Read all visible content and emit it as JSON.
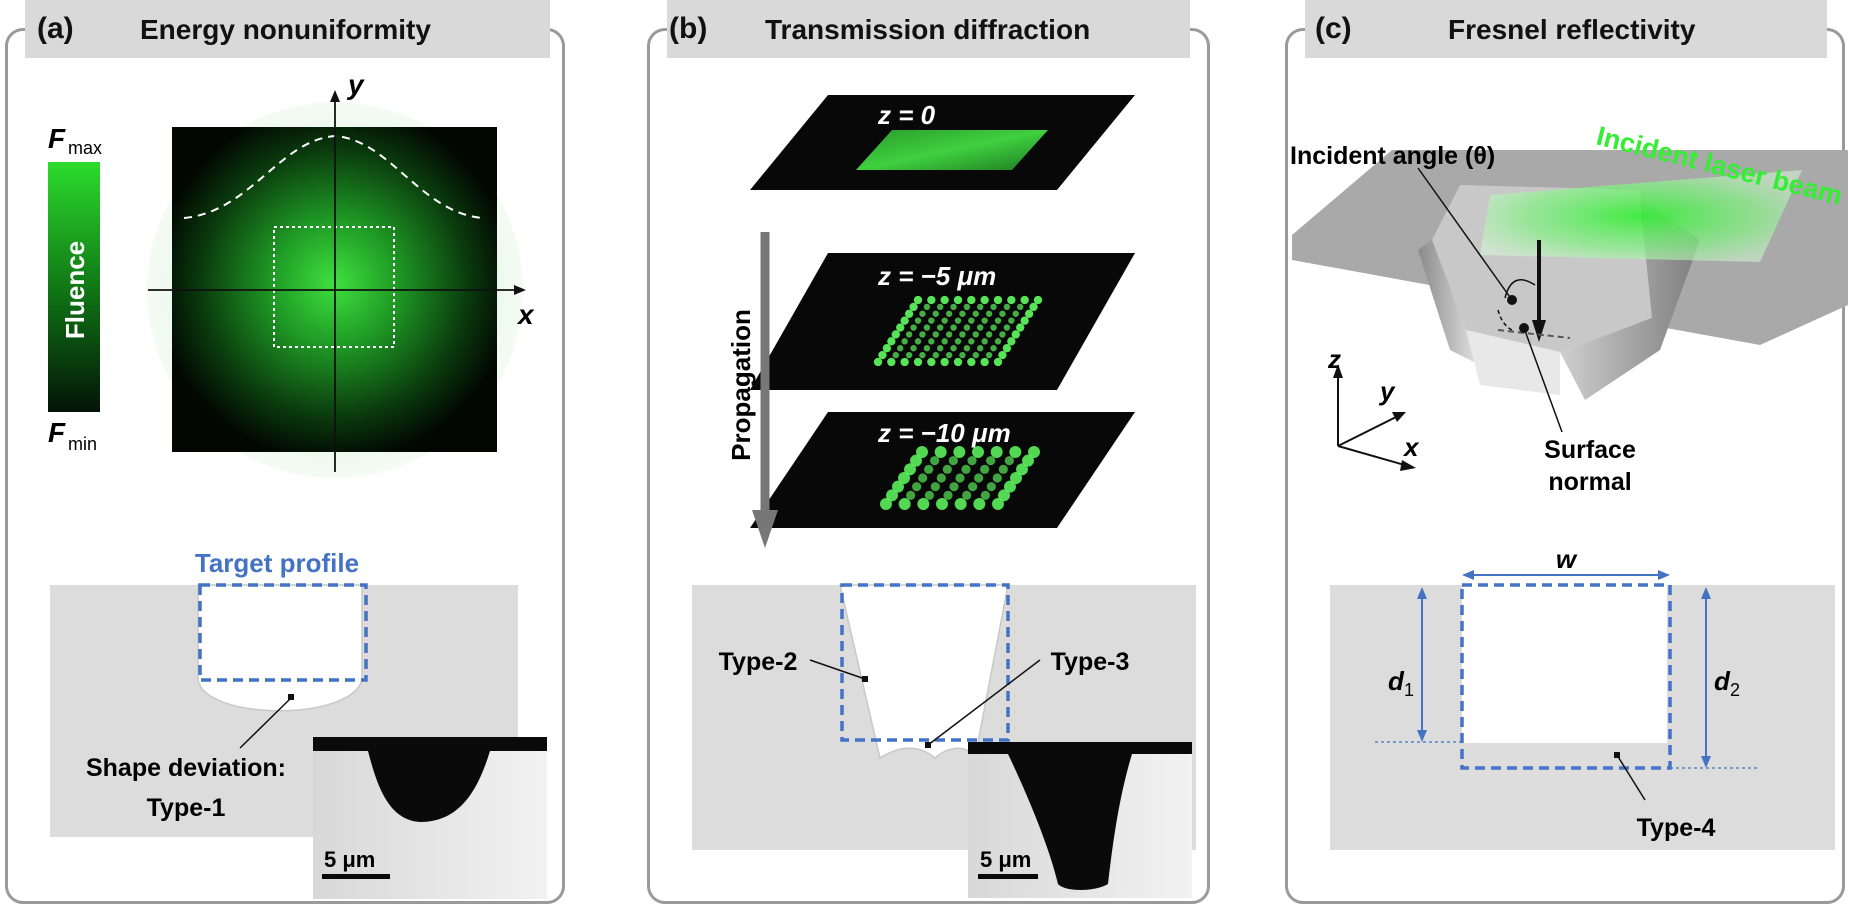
{
  "panels": [
    {
      "label": "(a)",
      "title": "Energy nonuniformity"
    },
    {
      "label": "(b)",
      "title": "Transmission diffraction"
    },
    {
      "label": "(c)",
      "title": "Fresnel reflectivity"
    }
  ],
  "panel_a": {
    "fmax": "F",
    "fmax_sub": "max",
    "fmin": "F",
    "fmin_sub": "min",
    "colorbar_label": "Fluence",
    "axis_x": "x",
    "axis_y": "y",
    "target_profile": "Target profile",
    "deviation_line1": "Shape deviation:",
    "deviation_line2": "Type-1",
    "scale": "5 μm"
  },
  "panel_b": {
    "z0": "z = 0",
    "z5": "z = −5 μm",
    "z10": "z = −10 μm",
    "propagation": "Propagation",
    "type2": "Type-2",
    "type3": "Type-3",
    "scale": "5 μm"
  },
  "panel_c": {
    "incident_angle": "Incident angle (θ)",
    "laser_beam": "Incident laser beam",
    "surface_normal_1": "Surface",
    "surface_normal_2": "normal",
    "axis_x": "x",
    "axis_y": "y",
    "axis_z": "z",
    "w": "w",
    "d1": "d",
    "d1_sub": "1",
    "d2": "d",
    "d2_sub": "2",
    "type4": "Type-4"
  },
  "colors": {
    "accent_blue": "#4472c4",
    "laser_green": "#33ff33",
    "panel_border": "#9a9a9a",
    "tab_fill": "#d9d9d9",
    "substrate": "#dcdcdc"
  }
}
